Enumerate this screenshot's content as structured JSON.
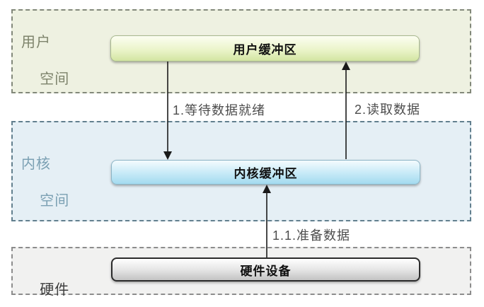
{
  "layers": {
    "user": {
      "name_line1": "用户",
      "name_line2": "空间",
      "buffer_label": "用户缓冲区"
    },
    "kernel": {
      "name_line1": "内核",
      "name_line2": "空间",
      "buffer_label": "内核缓冲区"
    },
    "hardware": {
      "name_line1": "硬件",
      "buffer_label": "硬件设备"
    }
  },
  "arrows": {
    "wait_data": {
      "label": "1.等待数据就绪",
      "direction": "down",
      "from": "用户缓冲区",
      "to": "内核缓冲区"
    },
    "read_data": {
      "label": "2.读取数据",
      "direction": "up",
      "from": "内核缓冲区",
      "to": "用户缓冲区"
    },
    "prepare_data": {
      "label": "1.1.准备数据",
      "direction": "up",
      "from": "硬件设备",
      "to": "内核缓冲区"
    }
  },
  "colors": {
    "user-bg": "#eef1e1",
    "user-border": "#82887a",
    "user-label": "#7d836b",
    "user-box-top": "#fcfef2",
    "user-box-mid": "#e9f3c6",
    "user-box-bottom": "#d2e5a2",
    "user-box-border": "#a8b88e",
    "kernel-bg": "#e5eff5",
    "kernel-border": "#627f8e",
    "kernel-label": "#7ba0b3",
    "kernel-box-top": "#f4fbfe",
    "kernel-box-mid": "#c6eaf7",
    "kernel-box-bottom": "#a3daef",
    "kernel-box-border": "#8cb5c6",
    "hw-bg": "#f1f1f0",
    "hw-border": "#8c8c8c",
    "hw-label": "#3f3f3f",
    "hw-box-top": "#ffffff",
    "hw-box-mid": "#e3e3e3",
    "hw-box-bottom": "#c3c3c3",
    "hw-box-border": "#2b2b2b",
    "box-text": "#111111",
    "arrow-color": "#1a1a1a",
    "arrow-label-color": "#4d4d4d"
  }
}
